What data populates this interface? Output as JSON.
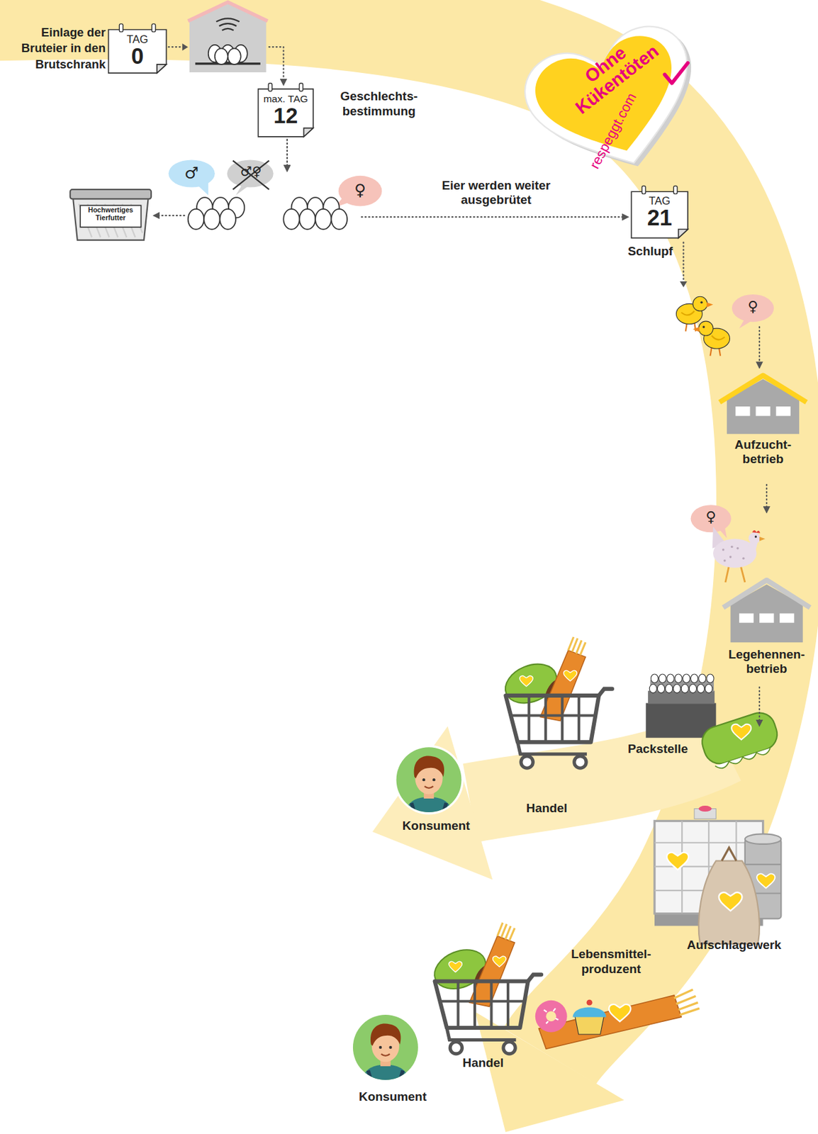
{
  "diagram": {
    "nodes": [
      {
        "text": [
          "TAG",
          "0"
        ]
      },
      {
        "text": [
          "max. TAG",
          "12",
          "Geschlechts- bestimmung"
        ]
      },
      {
        "text": [
          "♂"
        ]
      },
      {
        "text": [
          "Hochwertiges Tierfutter"
        ]
      },
      {
        "text": [
          "♀"
        ]
      },
      {
        "text": [
          "TAG",
          "21",
          "Schlupf"
        ]
      },
      {
        "text": [
          "Aufzucht- betrieb"
        ]
      },
      {
        "text": [
          "Legehennen- betrieb"
        ]
      },
      {
        "text": [
          "Packstelle"
        ]
      },
      {
        "text": [
          "Handel"
        ]
      },
      {
        "text": [
          "Konsument"
        ]
      },
      {
        "text": [
          "Aufschlagewerk"
        ]
      },
      {
        "text": [
          "Lebensmittel- produzent"
        ]
      },
      {
        "text": [
          "Handel"
        ]
      },
      {
        "text": [
          "Konsument"
        ]
      },
      {
        "text": [
          "Ohne Kükentöten",
          "respeggt.com"
        ]
      }
    ],
    "edges": [
      {
        "from": 0,
        "to": 1,
        "arrow": "to"
      },
      {
        "from": 1,
        "to": 2,
        "arrow": "to"
      },
      {
        "from": 1,
        "to": 4,
        "arrow": "to"
      },
      {
        "from": 2,
        "to": 3,
        "arrow": "to"
      },
      {
        "from": 4,
        "to": 5,
        "label": "Eier werden weiter ausgebrütet",
        "arrow": "to"
      },
      {
        "from": 5,
        "to": 6,
        "arrow": "to"
      },
      {
        "from": 6,
        "to": 7,
        "arrow": "to"
      },
      {
        "from": 7,
        "to": 8,
        "arrow": "to"
      }
    ],
    "labels": [
      "Einlage der Bruteier in den Brutschrank",
      "♂♀",
      "♀",
      "♀"
    ]
  }
}
